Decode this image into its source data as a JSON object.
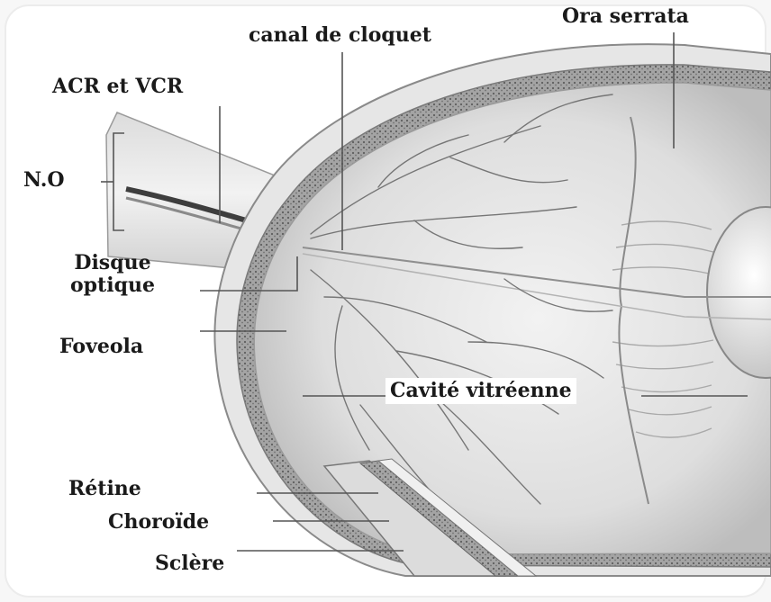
{
  "labels": {
    "ora_serrata": "Ora serrata",
    "canal_cloquet": "canal de cloquet",
    "acr_vcr": "ACR et VCR",
    "no": "N.O",
    "disque_line1": "Disque",
    "disque_line2": "optique",
    "foveola": "Foveola",
    "cavite": "Cavité vitréenne",
    "retine": "Rétine",
    "choroide": "Choroïde",
    "sclere": "Sclère"
  },
  "colors": {
    "background": "#f7f7f7",
    "tissue_light": "#e9e9e9",
    "tissue_mid": "#cfcfcf",
    "choroid_band": "#8d8d8d",
    "vessel": "#6f6f6f",
    "leader": "#555555"
  }
}
